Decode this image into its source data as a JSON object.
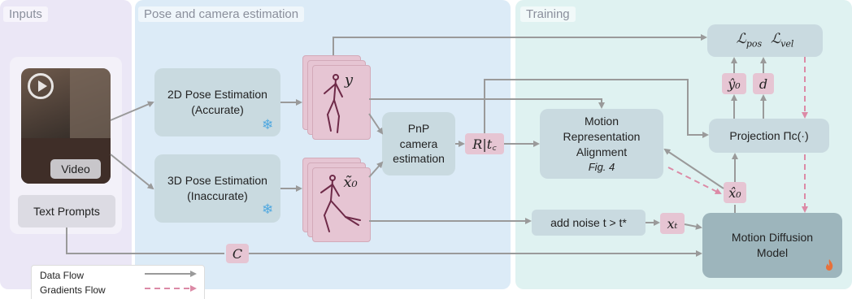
{
  "panels": {
    "inputs": "Inputs",
    "pose_camera": "Pose  and camera estimation",
    "training": "Training"
  },
  "inputs": {
    "video_label": "Video",
    "text_prompts": "Text Prompts"
  },
  "pose": {
    "accurate_line1": "2D Pose Estimation",
    "accurate_line2": "(Accurate)",
    "inaccurate_line1": "3D Pose Estimation",
    "inaccurate_line2": "(Inaccurate)",
    "pnp_line1": "PnP",
    "pnp_line2": "camera",
    "pnp_line3": "estimation"
  },
  "symbols": {
    "y": "y",
    "x0_tilde": "x̃₀",
    "R_t": "R|t꜀",
    "C": "C",
    "x_t": "xₜ",
    "y0_hat": "ŷ₀",
    "d": "d",
    "x0_hat": "x̂₀",
    "loss": "ℒpos  ℒvel",
    "loss_pos": "ℒ",
    "loss_pos_sub": "pos",
    "loss_vel": "ℒ",
    "loss_vel_sub": "vel"
  },
  "training": {
    "mra_line1": "Motion",
    "mra_line2": "Representation",
    "mra_line3": "Alignment",
    "mra_ref": "Fig. 4",
    "projection": "Projection  Πc(·)",
    "add_noise": "add noise t > t*",
    "mdm_line1": "Motion Diffusion",
    "mdm_line2": "Model"
  },
  "legend": {
    "data_flow": "Data Flow",
    "gradients_flow": "Gradients Flow"
  },
  "icons": {
    "frozen": "snowflake-icon",
    "trainable": "flame-icon",
    "play": "play-icon"
  },
  "colors": {
    "inputs_panel": "#ebe7f6",
    "pose_panel": "#dcebf7",
    "training_panel": "#dff2f1",
    "module_box": "#c9dae0",
    "symbol_box": "#e6c5d3",
    "data_arrow": "#9a9a9a",
    "gradient_arrow": "#dc8aa6",
    "diffusion_box": "#9db5bc"
  }
}
